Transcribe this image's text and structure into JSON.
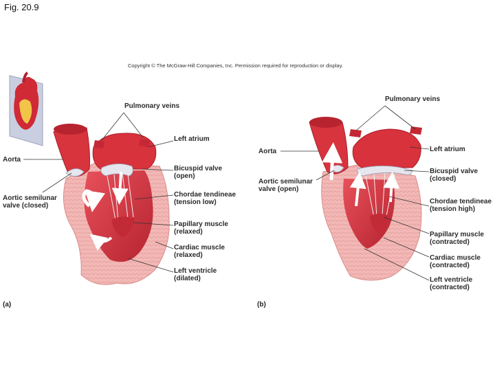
{
  "figure_title": "Fig. 20.9",
  "copyright": "Copyright © The McGraw-Hill Companies, Inc. Permission required for reproduction or display.",
  "panel_a": {
    "letter": "(a)",
    "labels": {
      "pulmonary_veins": "Pulmonary veins",
      "aorta": "Aorta",
      "aortic_semilunar_l1": "Aortic semilunar",
      "aortic_semilunar_l2": "valve (closed)",
      "left_atrium": "Left atrium",
      "bicuspid_l1": "Bicuspid valve",
      "bicuspid_l2": "(open)",
      "chordae_l1": "Chordae tendineae",
      "chordae_l2": "(tension low)",
      "papillary_l1": "Papillary muscle",
      "papillary_l2": "(relaxed)",
      "cardiac_l1": "Cardiac muscle",
      "cardiac_l2": "(relaxed)",
      "ventricle_l1": "Left ventricle",
      "ventricle_l2": "(dilated)"
    }
  },
  "panel_b": {
    "letter": "(b)",
    "labels": {
      "pulmonary_veins": "Pulmonary veins",
      "aorta": "Aorta",
      "aortic_semilunar_l1": "Aortic semilunar",
      "aortic_semilunar_l2": "valve (open)",
      "left_atrium": "Left atrium",
      "bicuspid_l1": "Bicuspid valve",
      "bicuspid_l2": "(closed)",
      "chordae_l1": "Chordae tendineae",
      "chordae_l2": "(tension high)",
      "papillary_l1": "Papillary muscle",
      "papillary_l2": "(contracted)",
      "cardiac_l1": "Cardiac muscle",
      "cardiac_l2": "(contracted)",
      "ventricle_l1": "Left ventricle",
      "ventricle_l2": "(contracted)"
    }
  },
  "colors": {
    "heart_red": "#d8323c",
    "heart_dark": "#a81e2a",
    "muscle_pink": "#f0b2b0",
    "valve_white": "#e8e8ee",
    "leader_line": "#333333"
  }
}
